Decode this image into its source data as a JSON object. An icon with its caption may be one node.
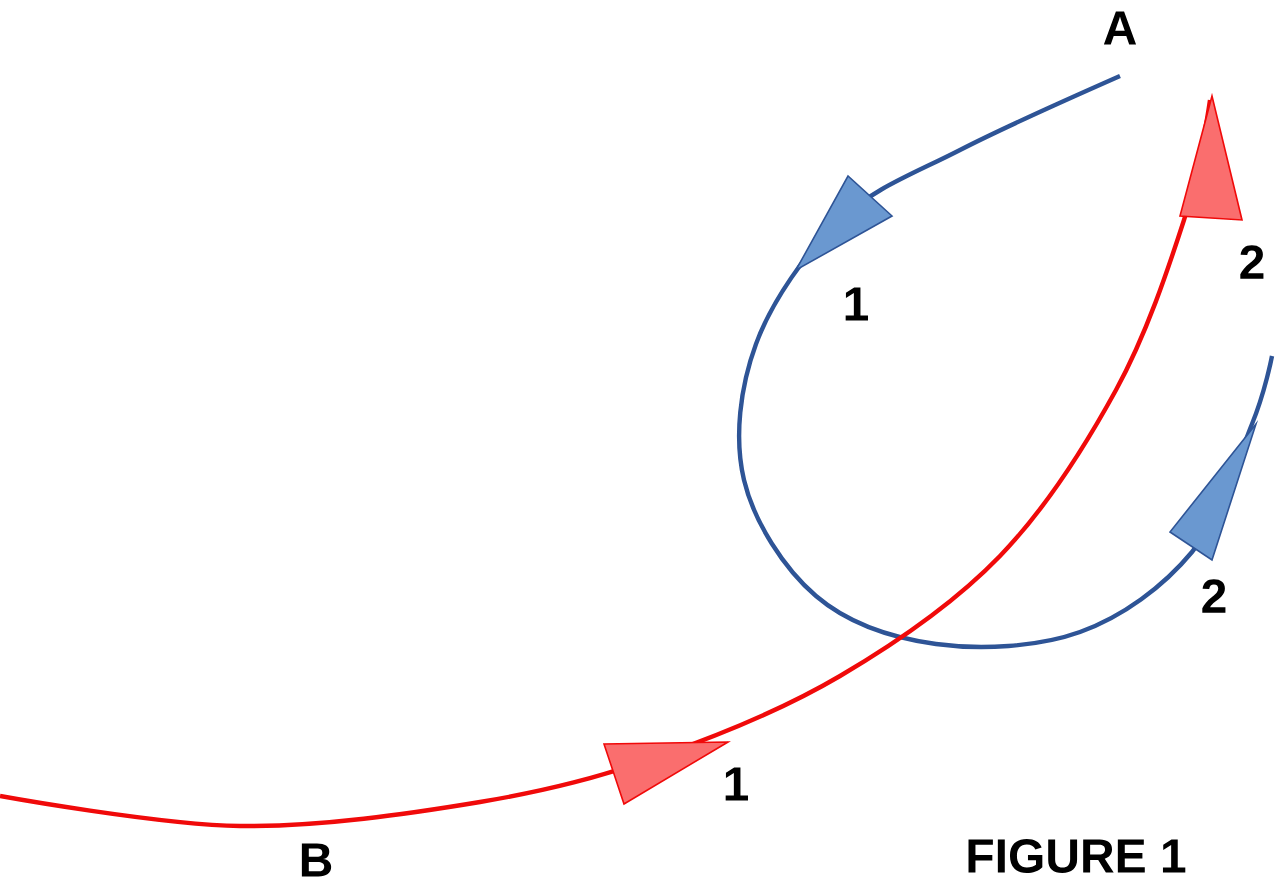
{
  "diagram": {
    "caption": "FIGURE 1",
    "labels": [
      "A",
      "1",
      "2",
      "2",
      "1",
      "B"
    ]
  }
}
